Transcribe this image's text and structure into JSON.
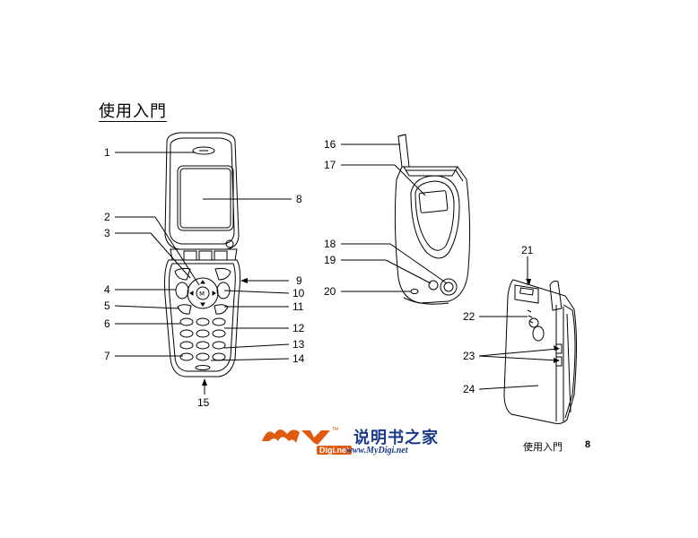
{
  "section_title": "使用入門",
  "footer": {
    "section": "使用入門",
    "page_number": "8"
  },
  "watermark": {
    "logo_text": "MY",
    "logo_sub": "Digi.net",
    "logo_tm": "TM",
    "chinese_text": "说明书之家",
    "url": "www.MyDigi.net"
  },
  "callouts": [
    "1",
    "2",
    "3",
    "4",
    "5",
    "6",
    "7",
    "8",
    "9",
    "10",
    "11",
    "12",
    "13",
    "14",
    "15",
    "16",
    "17",
    "18",
    "19",
    "20",
    "21",
    "22",
    "23",
    "24"
  ],
  "colors": {
    "line": "#000000",
    "watermark_orange": "#e05a10",
    "watermark_blue": "#1a3a8a"
  }
}
